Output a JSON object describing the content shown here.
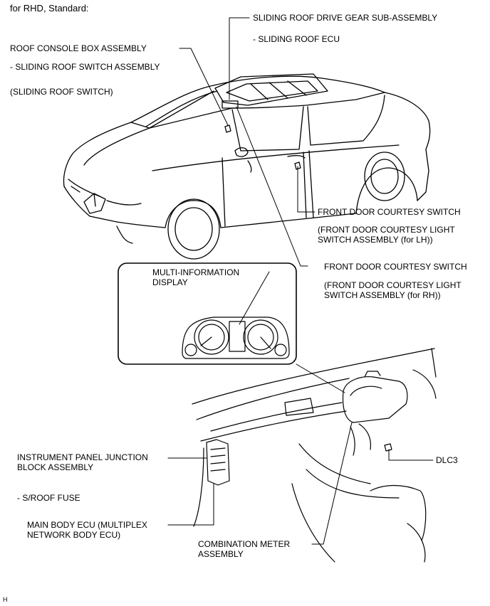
{
  "header": "for RHD, Standard:",
  "labels": {
    "drive_gear": "SLIDING ROOF DRIVE GEAR SUB-ASSEMBLY",
    "roof_ecu": "- SLIDING ROOF ECU",
    "console_box": "ROOF CONSOLE BOX ASSEMBLY",
    "switch_assy": "- SLIDING ROOF SWITCH ASSEMBLY",
    "switch_paren": "(SLIDING ROOF SWITCH)",
    "door_sw_lh": "FRONT DOOR COURTESY SWITCH",
    "door_sw_lh_detail_1": "(FRONT DOOR COURTESY LIGHT",
    "door_sw_lh_detail_2": "SWITCH ASSEMBLY (for LH))",
    "door_sw_rh": "FRONT DOOR COURTESY SWITCH",
    "door_sw_rh_detail_1": "(FRONT DOOR COURTESY LIGHT",
    "door_sw_rh_detail_2": "SWITCH ASSEMBLY (for RH))",
    "mid_1": "MULTI-INFORMATION",
    "mid_2": "DISPLAY",
    "ip_jb_1": "INSTRUMENT PANEL JUNCTION",
    "ip_jb_2": "BLOCK ASSEMBLY",
    "sroof_fuse": "- S/ROOF FUSE",
    "main_ecu_1": "MAIN BODY ECU (MULTIPLEX",
    "main_ecu_2": "NETWORK BODY ECU)",
    "dlc3": "DLC3",
    "combo_meter_1": "COMBINATION METER",
    "combo_meter_2": "ASSEMBLY"
  },
  "footer_code": "H"
}
